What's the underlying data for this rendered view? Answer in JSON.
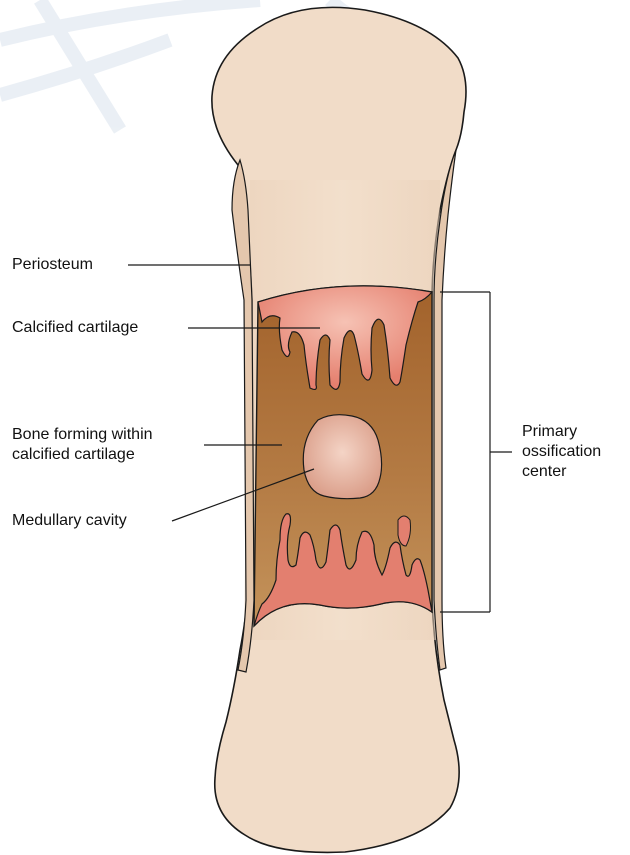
{
  "figure": {
    "labels": {
      "periosteum": "Periosteum",
      "calcified_cartilage": "Calcified cartilage",
      "bone_forming_line1": "Bone forming within",
      "bone_forming_line2": "calcified cartilage",
      "medullary_cavity": "Medullary cavity",
      "primary_line1": "Primary",
      "primary_line2": "ossification",
      "primary_line3": "center"
    },
    "colors": {
      "cartilage_fill": "#f1dcc8",
      "cartilage_shade": "#e4c7ad",
      "bone_collar": "#a86a32",
      "calcified_cartilage": "#e37f6f",
      "medullary_cavity": "#e0a793",
      "outline": "#1a1a1a",
      "background_grid": "#e6ecf3"
    }
  }
}
